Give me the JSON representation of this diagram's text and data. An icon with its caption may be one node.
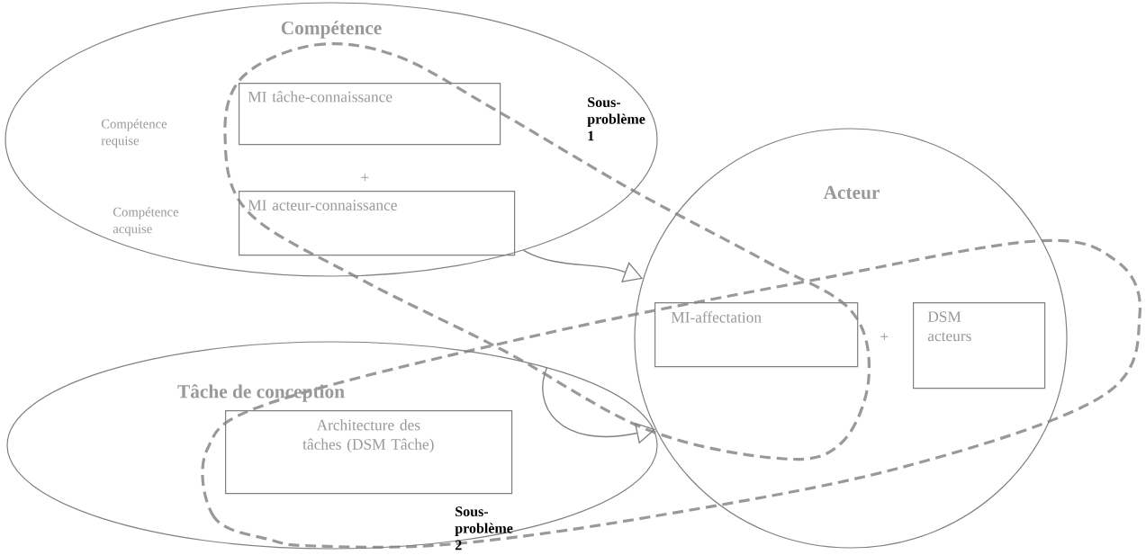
{
  "diagram": {
    "nodes": [
      {
        "text": [
          "Compétence"
        ]
      },
      {
        "text": [
          "MI tâche-connaissance"
        ],
        "in": 0
      },
      {
        "text": [
          "MI acteur-connaissance"
        ],
        "in": 0
      },
      {
        "text": [
          "Acteur"
        ]
      },
      {
        "text": [
          "MI-affectation"
        ],
        "in": 3
      },
      {
        "text": [
          "DSM acteurs"
        ],
        "in": 3
      },
      {
        "text": [
          "Tâche de conception"
        ]
      },
      {
        "text": [
          "Architecture des tâches (DSM Tâche)"
        ],
        "in": 6
      }
    ],
    "edges": [
      {
        "from": 0,
        "to": 3,
        "arrow": "to"
      },
      {
        "from": 6,
        "to": 3,
        "arrow": "to"
      }
    ],
    "labels": [
      "Sous-problème 1",
      "Compétence requise",
      "+",
      "Compétence acquise",
      "+",
      "Sous-problème 2"
    ]
  }
}
